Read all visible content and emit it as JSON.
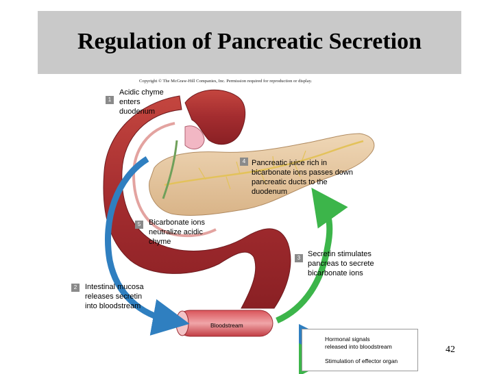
{
  "slide": {
    "title": "Regulation of Pancreatic Secretion",
    "copyright": "Copyright © The McGraw-Hill Companies, Inc. Permission required for reproduction or display.",
    "page_number": "42"
  },
  "steps": [
    {
      "num": "1",
      "text": [
        "Acidic chyme",
        "enters",
        "duodenum"
      ]
    },
    {
      "num": "2",
      "text": [
        "Intestinal mucosa",
        "releases secretin",
        "into bloodstream"
      ]
    },
    {
      "num": "3",
      "text": [
        "Secretin stimulates",
        "pancreas to secrete",
        "bicarbonate ions"
      ]
    },
    {
      "num": "4",
      "text": [
        "Pancreatic juice rich in",
        "bicarbonate ions passes down",
        "pancreatic ducts to the",
        "duodenum"
      ]
    },
    {
      "num": "5",
      "text": [
        "Bicarbonate ions",
        "neutralize acidic",
        "chyme"
      ]
    }
  ],
  "bloodstream_label": "Bloodstream",
  "legend": {
    "hormonal": [
      "Hormonal signals",
      "released into bloodstream"
    ],
    "effector": "Stimulation of effector organ"
  },
  "colors": {
    "title_bg": "#c9c9c9",
    "hormonal_arrow": "#2f7fc0",
    "effector_arrow": "#3cb54a",
    "tissue": "#b2383a",
    "pancreas": "#e6c9a4"
  }
}
